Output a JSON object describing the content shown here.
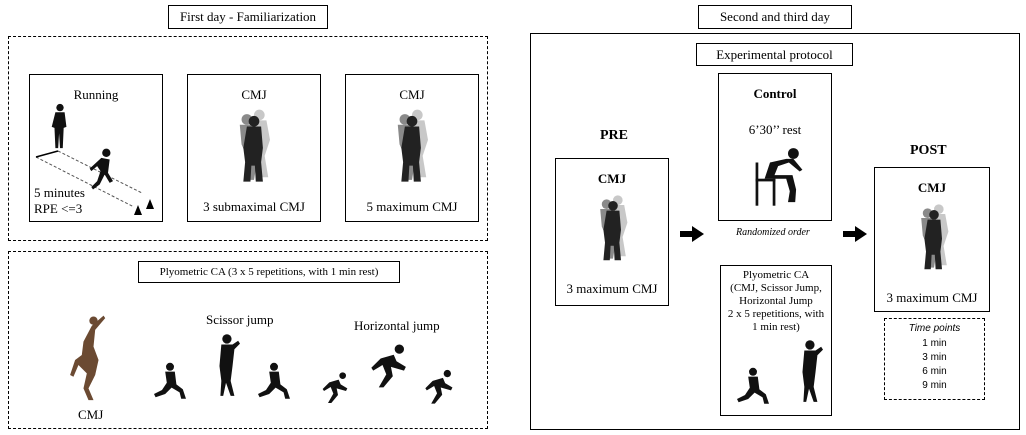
{
  "left": {
    "title": "First day - Familiarization",
    "warmup": {
      "running": {
        "label": "Running",
        "detail_line1": "5 minutes",
        "detail_line2": "RPE <=3"
      },
      "cmj_sub": {
        "label": "CMJ",
        "detail": "3 submaximal CMJ"
      },
      "cmj_max": {
        "label": "CMJ",
        "detail": "5 maximum CMJ"
      }
    },
    "plyometric": {
      "title": "Plyometric CA (3 x 5 repetitions, with 1 min rest)",
      "cmj_label": "CMJ",
      "scissor_label": "Scissor jump",
      "horizontal_label": "Horizontal jump"
    }
  },
  "right": {
    "title": "Second and third day",
    "protocol_title": "Experimental protocol",
    "pre": {
      "heading": "PRE",
      "label": "CMJ",
      "detail": "3 maximum CMJ"
    },
    "control": {
      "label": "Control",
      "detail": "6’30’’ rest"
    },
    "randomized": "Randomized order",
    "plyo_ca": {
      "line1": "Plyometric CA",
      "line2": "(CMJ, Scissor Jump,",
      "line3": "Horizontal Jump",
      "line4": "2 x 5 repetitions, with",
      "line5": "1 min rest)"
    },
    "post": {
      "heading": "POST",
      "label": "CMJ",
      "detail": "3 maximum CMJ"
    },
    "timepoints": {
      "title": "Time points",
      "items": [
        "1 min",
        "3 min",
        "6 min",
        "9 min"
      ]
    }
  }
}
